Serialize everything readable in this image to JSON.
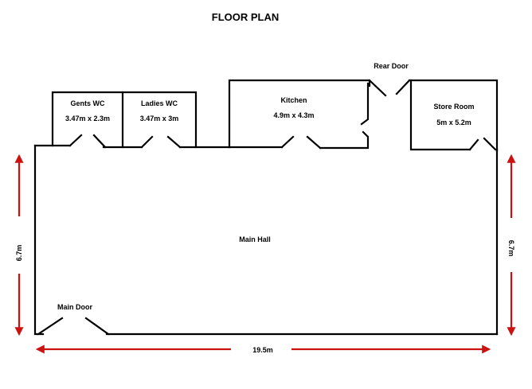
{
  "title": "FLOOR PLAN",
  "rooms": {
    "gents_wc": {
      "name": "Gents WC",
      "size": "3.47m x 2.3m"
    },
    "ladies_wc": {
      "name": "Ladies WC",
      "size": "3.47m x 3m"
    },
    "kitchen": {
      "name": "Kitchen",
      "size": "4.9m x 4.3m"
    },
    "store_room": {
      "name": "Store Room",
      "size": "5m x 5.2m"
    },
    "main_hall": {
      "name": "Main Hall"
    }
  },
  "doors": {
    "rear": "Rear Door",
    "main": "Main Door"
  },
  "dimensions": {
    "width": "19.5m",
    "left_height": "6.7m",
    "right_height": "6.7m"
  },
  "colors": {
    "walls": "#000000",
    "dimension_lines": "#cc1111"
  }
}
